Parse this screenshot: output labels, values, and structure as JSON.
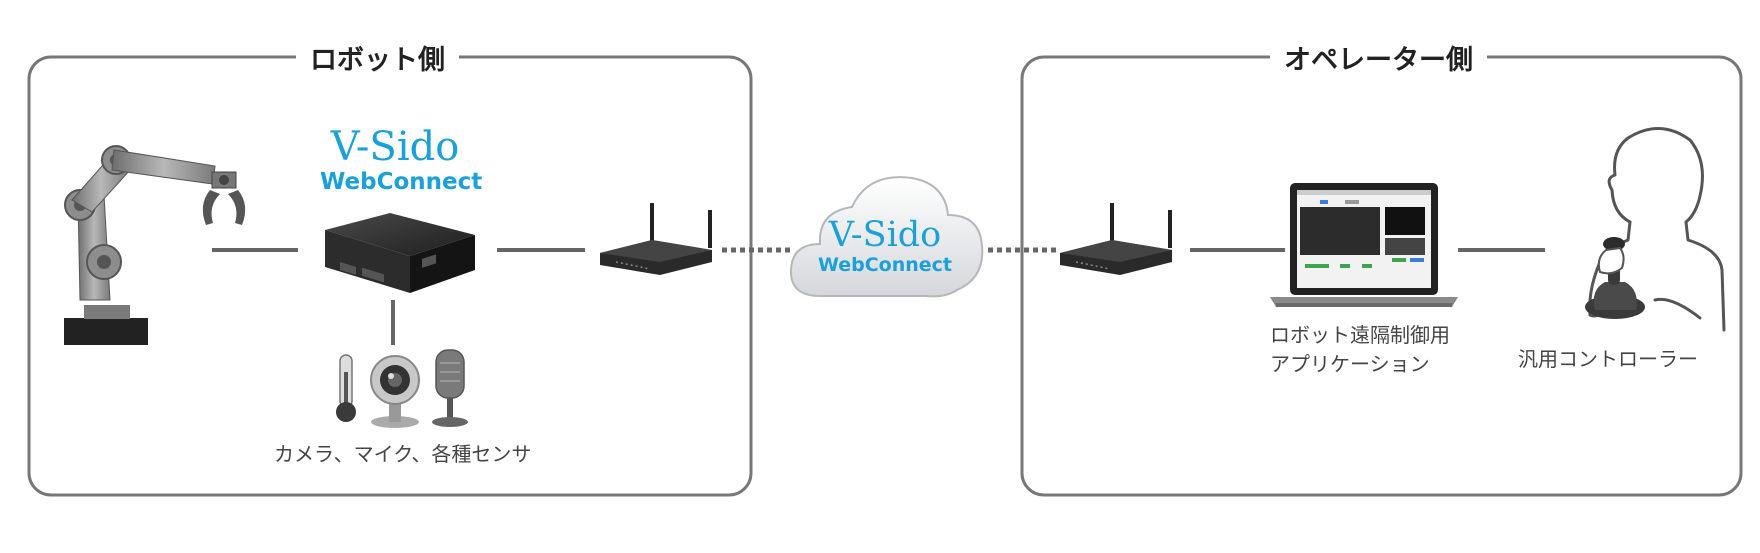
{
  "groups": {
    "robot_side": {
      "title": "ロボット側"
    },
    "operator_side": {
      "title": "オペレーター側"
    }
  },
  "brand": {
    "name": "V-Sido",
    "product": "WebConnect"
  },
  "captions": {
    "sensors": "カメラ、マイク、各種センサ",
    "app_line1": "ロボット遠隔制御用",
    "app_line2": "アプリケーション",
    "controller": "汎用コントローラー"
  },
  "colors": {
    "brand": "#1ba0d8",
    "frame": "#777777",
    "connector": "#666666"
  },
  "icons": [
    "robot-arm-icon",
    "edge-box-icon",
    "router-icon",
    "cloud-icon",
    "laptop-icon",
    "operator-person-icon",
    "thermometer-icon",
    "webcam-icon",
    "microphone-icon"
  ]
}
